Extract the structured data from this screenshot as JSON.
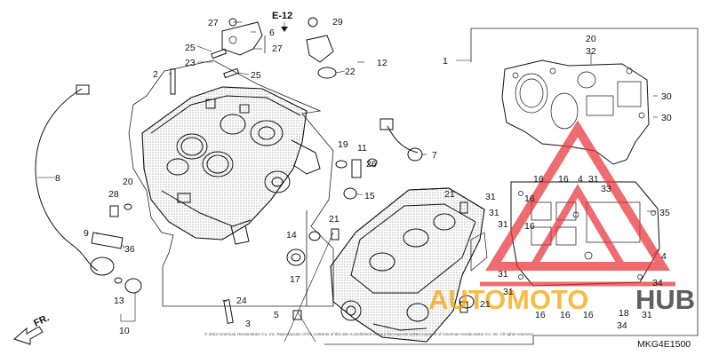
{
  "ref_code": "E-12",
  "diagram_code": "MKG4E1500",
  "direction_label": "FR.",
  "copyright": "© 2023 American Honda Motor Co. Inc. Reproduction of the contents of this site is prohibited without the express written consent of American Honda Motor Co. Inc. All rights reserved.",
  "watermark": {
    "brand_a": "AUTO",
    "brand_b": "MOTO",
    "brand_c": "HUB",
    "colors": {
      "triangle": "#e8333a",
      "text": "#f4a300"
    }
  },
  "callouts": [
    "27",
    "6",
    "29",
    "25",
    "27",
    "23",
    "25",
    "12",
    "2",
    "22",
    "1",
    "20",
    "32",
    "30",
    "30",
    "8",
    "19",
    "11",
    "26",
    "7",
    "28",
    "20",
    "15",
    "21",
    "31",
    "16",
    "16",
    "4",
    "31",
    "33",
    "31",
    "16",
    "35",
    "31",
    "16",
    "9",
    "14",
    "21",
    "36",
    "17",
    "4",
    "31",
    "34",
    "31",
    "21",
    "24",
    "13",
    "5",
    "3",
    "10",
    "18",
    "34",
    "16",
    "16",
    "16",
    "31"
  ]
}
